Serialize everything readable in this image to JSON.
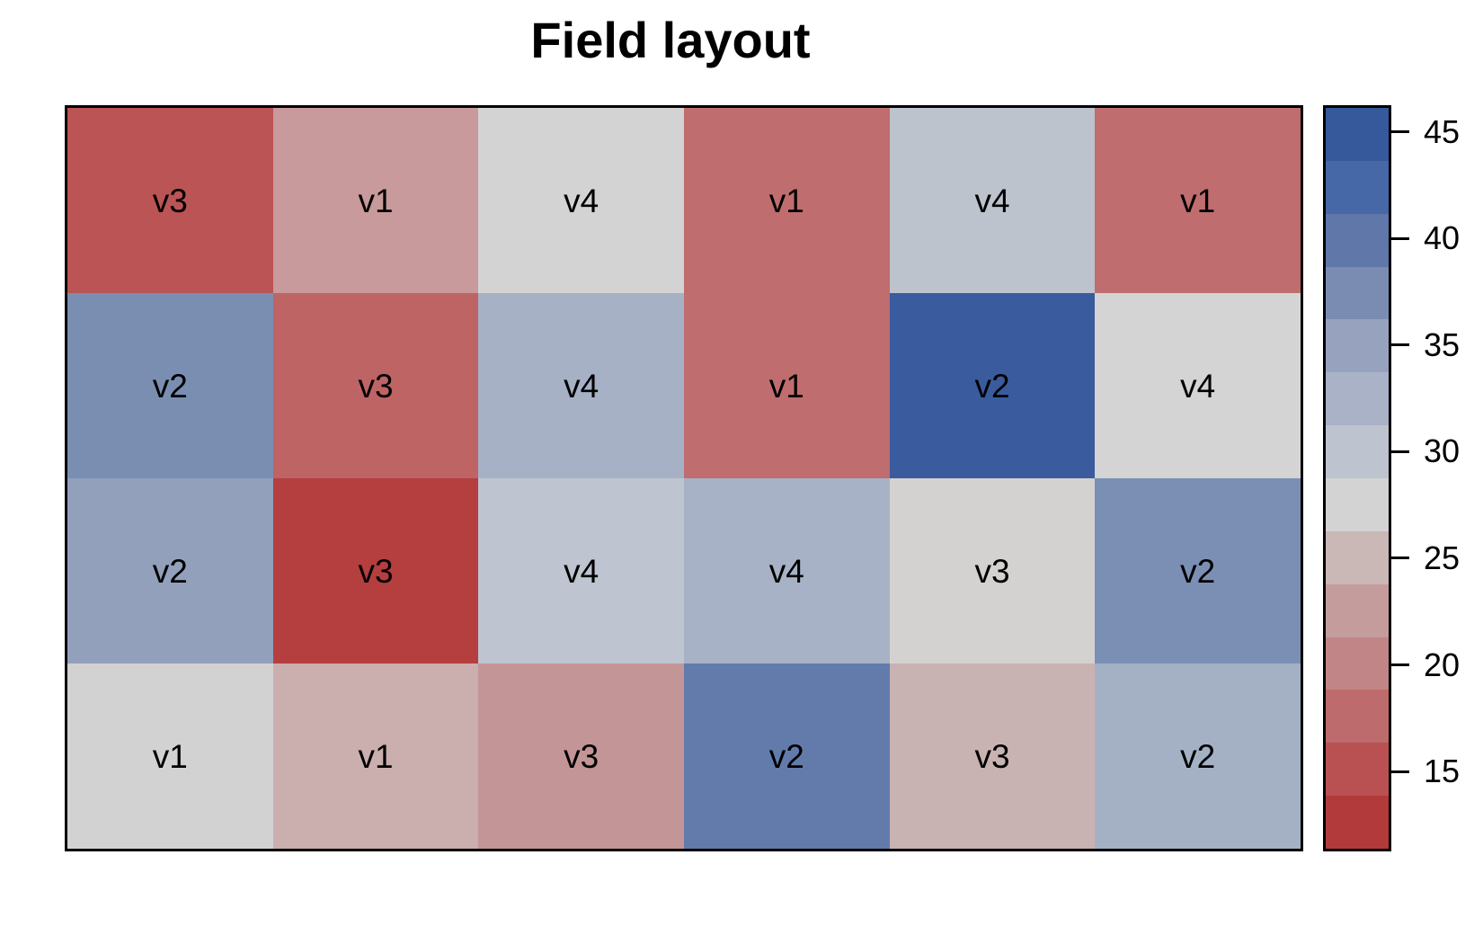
{
  "title": "Field layout",
  "colors": {
    "background": "#ffffff",
    "border": "#000000",
    "text": "#000000"
  },
  "chart_data": {
    "type": "heatmap",
    "title": "Field layout",
    "rows": 4,
    "cols": 6,
    "grid": {
      "rows": [
        [
          {
            "label": "v3",
            "color": "#bb5455"
          },
          {
            "label": "v1",
            "color": "#c89a9b"
          },
          {
            "label": "v4",
            "color": "#d4d3d3"
          },
          {
            "label": "v1",
            "color": "#bf6d6e"
          },
          {
            "label": "v4",
            "color": "#bdc3cd"
          },
          {
            "label": "v1",
            "color": "#bf6d6e"
          }
        ],
        [
          {
            "label": "v2",
            "color": "#7a8eb2"
          },
          {
            "label": "v3",
            "color": "#be6465"
          },
          {
            "label": "v4",
            "color": "#a7b1c6"
          },
          {
            "label": "v1",
            "color": "#bf6d6e"
          },
          {
            "label": "v2",
            "color": "#3a5c9e"
          },
          {
            "label": "v4",
            "color": "#d4d4d4"
          }
        ],
        [
          {
            "label": "v2",
            "color": "#93a0bc"
          },
          {
            "label": "v3",
            "color": "#b53e3f"
          },
          {
            "label": "v4",
            "color": "#bec5d1"
          },
          {
            "label": "v4",
            "color": "#a8b2c6"
          },
          {
            "label": "v3",
            "color": "#d4d2d1"
          },
          {
            "label": "v2",
            "color": "#7b8fb4"
          }
        ],
        [
          {
            "label": "v1",
            "color": "#d3d2d2"
          },
          {
            "label": "v1",
            "color": "#cbaeae"
          },
          {
            "label": "v3",
            "color": "#c49596"
          },
          {
            "label": "v2",
            "color": "#627bab"
          },
          {
            "label": "v3",
            "color": "#c9b2b2"
          },
          {
            "label": "v2",
            "color": "#a4b1c5"
          }
        ]
      ]
    },
    "colorbar": {
      "value_range": [
        11.25,
        46.25
      ],
      "segments_top_to_bottom": [
        "#35599b",
        "#4668a6",
        "#5f77a9",
        "#7b8cb3",
        "#97a3be",
        "#a9b2c7",
        "#bdc4cf",
        "#d3d3d3",
        "#cab8b7",
        "#c49c9c",
        "#c18587",
        "#bd6b6c",
        "#b95153",
        "#b23a3b"
      ],
      "ticks": [
        {
          "value": 45,
          "label": "45"
        },
        {
          "value": 40,
          "label": "40"
        },
        {
          "value": 35,
          "label": "35"
        },
        {
          "value": 30,
          "label": "30"
        },
        {
          "value": 25,
          "label": "25"
        },
        {
          "value": 20,
          "label": "20"
        },
        {
          "value": 15,
          "label": "15"
        }
      ],
      "legend_position": "right"
    }
  }
}
